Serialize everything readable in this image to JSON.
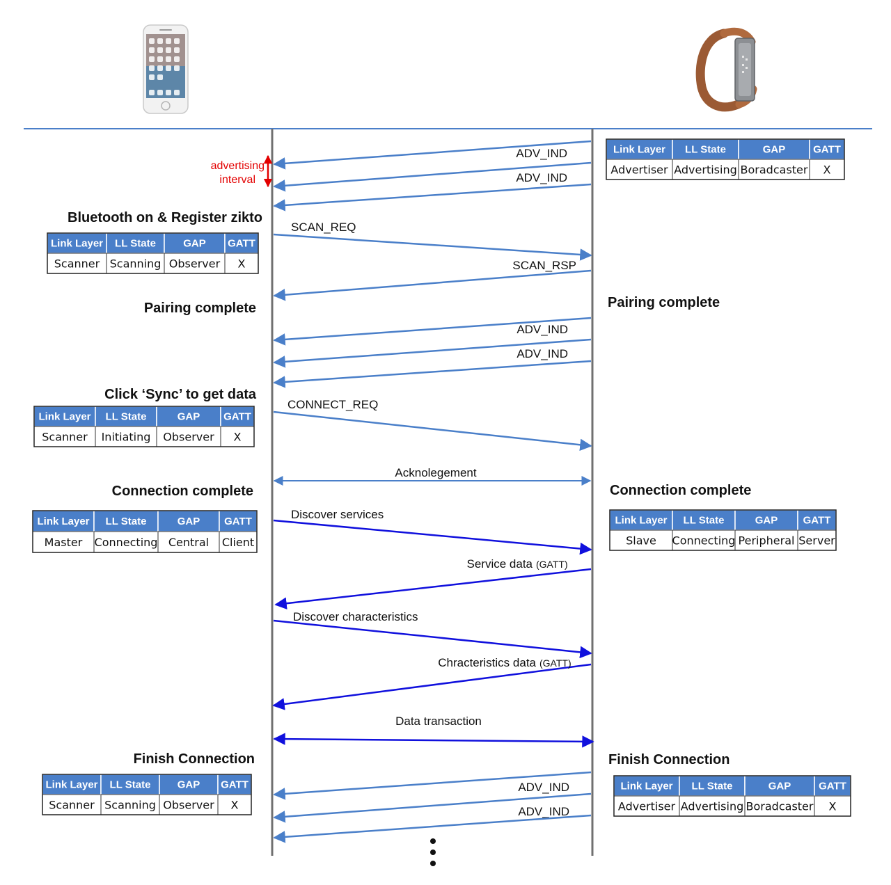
{
  "devices": {
    "left": "phone-icon",
    "right": "wristband-icon"
  },
  "colors": {
    "advertising_arrow": "#4a7fc9",
    "connection_arrow": "#1010dd",
    "table_header": "#4a7fc9",
    "lifeline": "#707070",
    "note": "#e30000",
    "top_rule": "#4a7fc9"
  },
  "notes": {
    "advertising_interval_line1": "advertising",
    "advertising_interval_line2": "interval"
  },
  "headings": {
    "bluetooth_on": "Bluetooth on & Register zikto",
    "pairing_left": "Pairing complete",
    "pairing_right": "Pairing complete",
    "click_sync": "Click ‘Sync’ to get data",
    "connection_left": "Connection complete",
    "connection_right": "Connection complete",
    "finish_left": "Finish Connection",
    "finish_right": "Finish Connection"
  },
  "messages": {
    "adv1": "ADV_IND",
    "adv2": "ADV_IND",
    "scan_req": "SCAN_REQ",
    "scan_rsp": "SCAN_RSP",
    "adv3": "ADV_IND",
    "adv4": "ADV_IND",
    "connect_req": "CONNECT_REQ",
    "ack": "Acknolegement",
    "discover_services": "Discover services",
    "service_data": "Service data",
    "service_data_suffix": "(GATT)",
    "discover_characteristics": "Discover characteristics",
    "char_data": "Chracteristics data",
    "char_data_suffix": "(GATT)",
    "data_transaction": "Data transaction",
    "adv5": "ADV_IND",
    "adv6": "ADV_IND"
  },
  "tables": {
    "t1": {
      "headers": [
        "Link Layer",
        "LL State",
        "GAP",
        "GATT"
      ],
      "values": [
        "Advertiser",
        "Advertising",
        "Boradcaster",
        "X"
      ]
    },
    "t2": {
      "headers": [
        "Link Layer",
        "LL State",
        "GAP",
        "GATT"
      ],
      "values": [
        "Scanner",
        "Scanning",
        "Observer",
        "X"
      ]
    },
    "t3": {
      "headers": [
        "Link Layer",
        "LL State",
        "GAP",
        "GATT"
      ],
      "values": [
        "Scanner",
        "Initiating",
        "Observer",
        "X"
      ]
    },
    "t4": {
      "headers": [
        "Link Layer",
        "LL State",
        "GAP",
        "GATT"
      ],
      "values": [
        "Master",
        "Connecting",
        "Central",
        "Client"
      ]
    },
    "t5": {
      "headers": [
        "Link Layer",
        "LL State",
        "GAP",
        "GATT"
      ],
      "values": [
        "Slave",
        "Connecting",
        "Peripheral",
        "Server"
      ]
    },
    "t6": {
      "headers": [
        "Link Layer",
        "LL State",
        "GAP",
        "GATT"
      ],
      "values": [
        "Scanner",
        "Scanning",
        "Observer",
        "X"
      ]
    },
    "t7": {
      "headers": [
        "Link Layer",
        "LL State",
        "GAP",
        "GATT"
      ],
      "values": [
        "Advertiser",
        "Advertising",
        "Boradcaster",
        "X"
      ]
    }
  }
}
